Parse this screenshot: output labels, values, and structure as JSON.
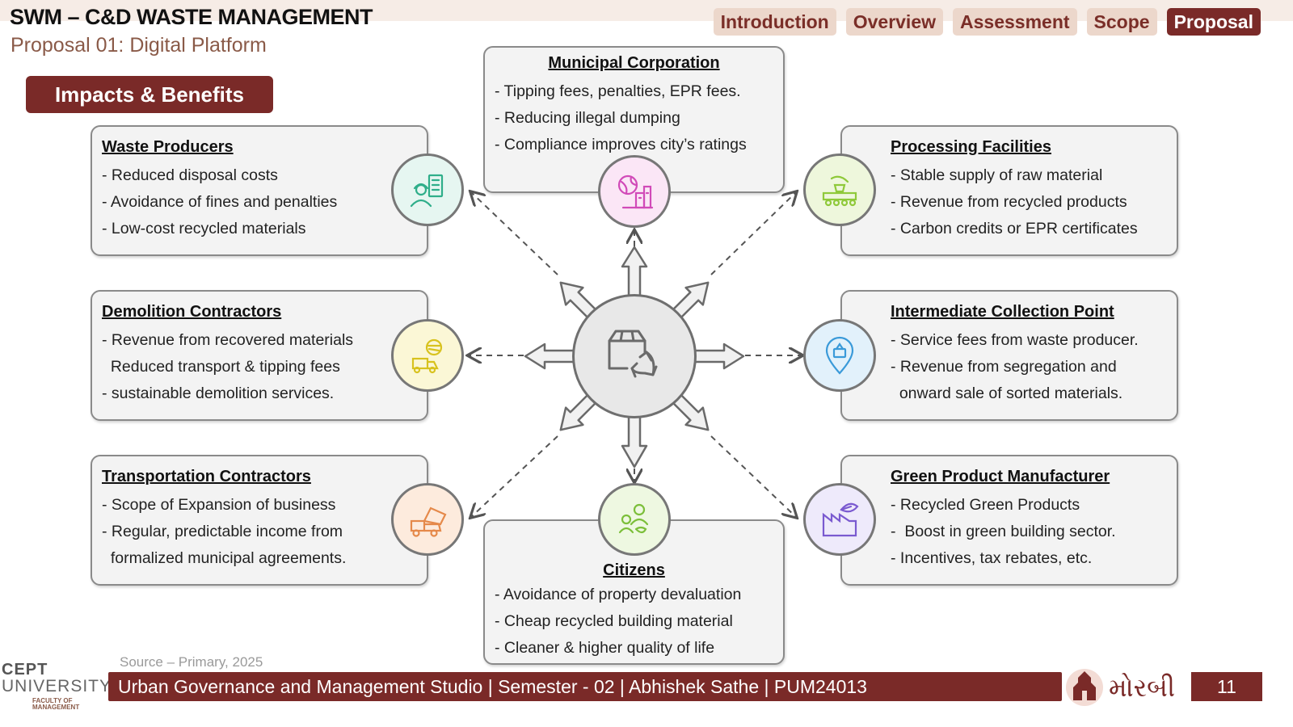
{
  "header": {
    "title": "SWM – C&D WASTE MANAGEMENT",
    "subtitle": "Proposal 01: Digital Platform"
  },
  "nav": {
    "tabs": [
      {
        "label": "Introduction",
        "active": false
      },
      {
        "label": "Overview",
        "active": false
      },
      {
        "label": "Assessment",
        "active": false
      },
      {
        "label": "Scope",
        "active": false
      },
      {
        "label": "Proposal",
        "active": true
      }
    ]
  },
  "section_button": "Impacts & Benefits",
  "cards": {
    "waste_producers": {
      "title": "Waste Producers",
      "lines": [
        "- Reduced disposal costs",
        "- Avoidance of fines and penalties",
        "- Low-cost recycled materials"
      ],
      "icon": "worker-building-icon",
      "color": "#2fae8a"
    },
    "demolition_contractors": {
      "title": "Demolition Contractors",
      "lines": [
        "- Revenue from recovered materials",
        "  Reduced transport & tipping fees",
        "- sustainable demolition services."
      ],
      "icon": "truck-worker-icon",
      "color": "#e6d43a"
    },
    "transportation_contractors": {
      "title": "Transportation Contractors",
      "lines": [
        "- Scope of Expansion of business",
        "- Regular, predictable income from",
        "  formalized municipal agreements."
      ],
      "icon": "dump-truck-icon",
      "color": "#e5894a"
    },
    "municipal_corporation": {
      "title": "Municipal Corporation",
      "lines": [
        "- Tipping fees, penalties, EPR fees.",
        "- Reducing illegal dumping",
        "- Compliance improves city’s ratings"
      ],
      "icon": "globe-city-icon",
      "color": "#d14ab8"
    },
    "citizens": {
      "title": "Citizens",
      "lines": [
        "- Avoidance of property devaluation",
        "- Cheap recycled building material",
        "- Cleaner & higher quality of life"
      ],
      "icon": "people-icon",
      "color": "#7cbf3a"
    },
    "processing_facilities": {
      "title": "Processing Facilities",
      "lines": [
        "- Stable supply of raw material",
        "- Revenue from recycled products",
        "- Carbon credits or EPR certificates"
      ],
      "icon": "processing-plant-icon",
      "color": "#8fc93a"
    },
    "intermediate_collection": {
      "title": "Intermediate Collection Point",
      "lines": [
        "- Service fees from waste producer.",
        "- Revenue from segregation and",
        "  onward sale of sorted materials."
      ],
      "icon": "location-pin-icon",
      "color": "#3a9ad9"
    },
    "green_product_manufacturer": {
      "title": "Green Product Manufacturer",
      "lines": [
        "- Recycled Green Products",
        "-  Boost in green building sector.",
        "- Incentives, tax rebates, etc."
      ],
      "icon": "factory-leaf-icon",
      "color": "#7a5ad0"
    }
  },
  "hub_icon": "box-recycle-icon",
  "footer": {
    "source": "Source – Primary, 2025",
    "bar_text": "Urban Governance and Management Studio | Semester - 02 | Abhishek Sathe | PUM24013",
    "page_number": "11",
    "cept_line1": "CEPT",
    "cept_line2": "UNIVERSITY",
    "cept_line3": "FACULTY OF MANAGEMENT",
    "morbi_text": "મોરબી"
  },
  "colors": {
    "accent": "#7a2a28",
    "tab_bg": "#ecd7cb",
    "card_bg": "#f3f3f3"
  }
}
